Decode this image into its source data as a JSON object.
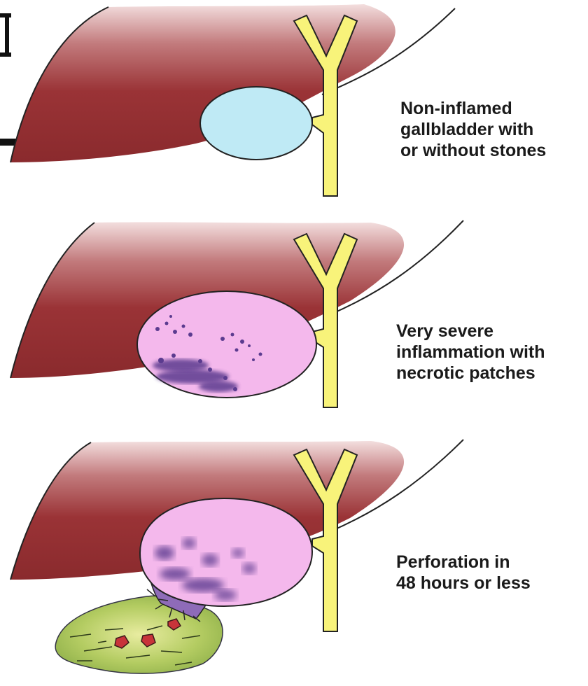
{
  "stages": [
    {
      "id": "non-inflamed",
      "caption_lines": [
        "Non-inflamed",
        "gallbladder with",
        "or without stones"
      ],
      "gallbladder_color": "#bfeaf5"
    },
    {
      "id": "severe-inflammation",
      "caption_lines": [
        "Very severe",
        "inflammation with",
        "necrotic patches"
      ],
      "gallbladder_color": "#f4b8ec"
    },
    {
      "id": "perforation",
      "caption_lines": [
        "Perforation in",
        "48 hours or less"
      ],
      "gallbladder_color": "#f4b8ec"
    }
  ],
  "colors": {
    "liver": "#8e2a2e",
    "liver_highlight": "#e6c4c4",
    "bile_duct": "#f8f37a",
    "necrosis": "#5b3b8f",
    "abscess": "#a8c455",
    "stone": "#c8343a"
  }
}
